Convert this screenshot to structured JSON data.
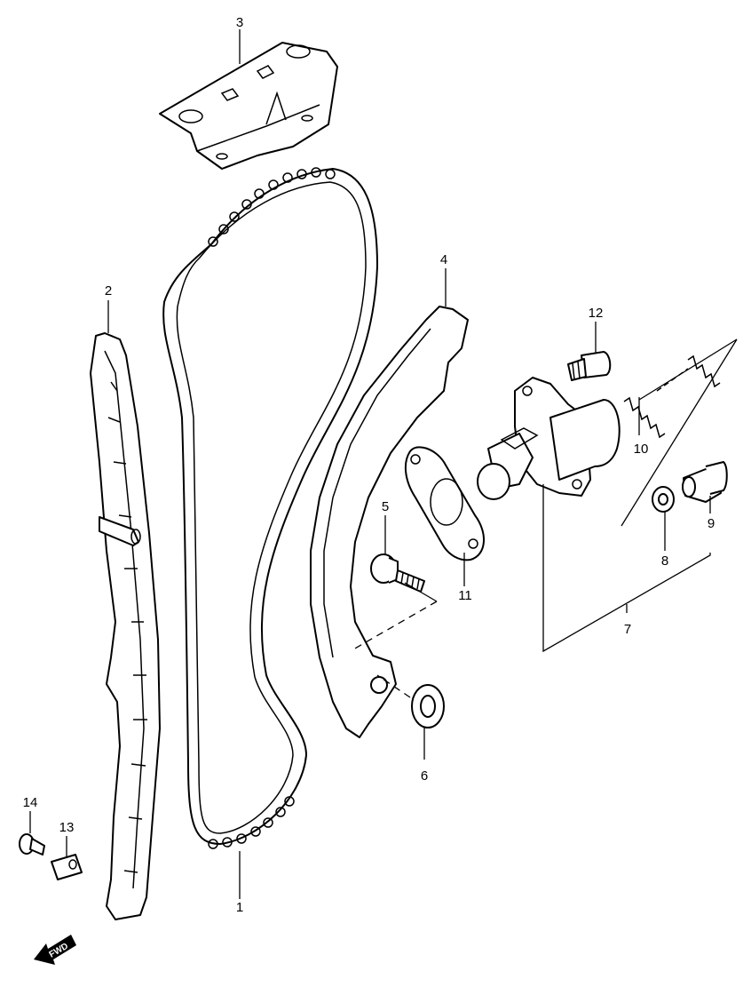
{
  "callouts": {
    "c1": "1",
    "c2": "2",
    "c3": "3",
    "c4": "4",
    "c5": "5",
    "c6": "6",
    "c7": "7",
    "c8": "8",
    "c9": "9",
    "c10": "10",
    "c11": "11",
    "c12": "12",
    "c13": "13",
    "c14": "14"
  },
  "direction_badge": {
    "label": "FWD",
    "icon": "fwd-arrow-icon"
  }
}
